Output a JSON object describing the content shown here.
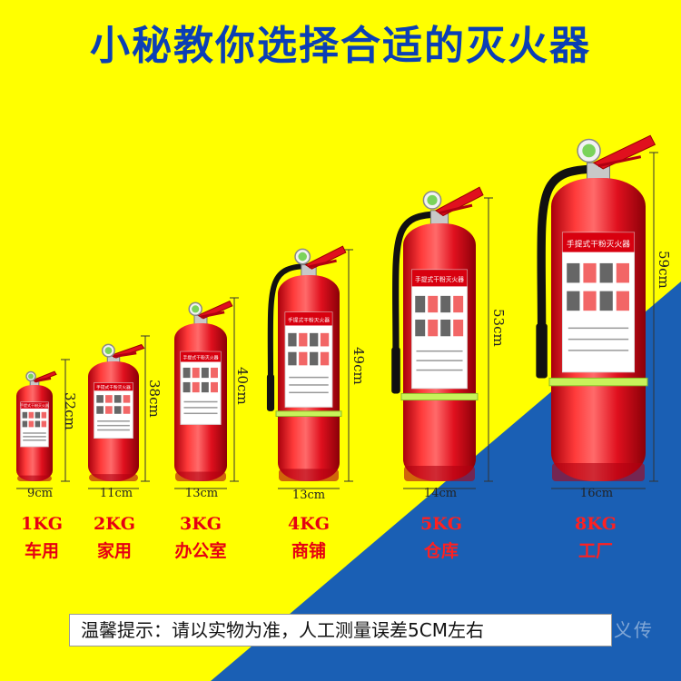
{
  "title": "小秘教你选择合适的灭火器",
  "label_text": "手提式干粉灭火器",
  "products": [
    {
      "weight": "1KG",
      "use": "车用",
      "width": "9cm",
      "height": "32cm"
    },
    {
      "weight": "2KG",
      "use": "家用",
      "width": "11cm",
      "height": "38cm"
    },
    {
      "weight": "3KG",
      "use": "办公室",
      "width": "13cm",
      "height": "40cm"
    },
    {
      "weight": "4KG",
      "use": "商铺",
      "width": "13cm",
      "height": "49cm"
    },
    {
      "weight": "5KG",
      "use": "仓库",
      "width": "14cm",
      "height": "53cm"
    },
    {
      "weight": "8KG",
      "use": "工厂",
      "width": "16cm",
      "height": "59cm"
    }
  ],
  "notice": "温馨提示：请以实物为准，人工测量误差5CM左右",
  "watermark": "图片无正义传",
  "colors": {
    "yellow": "#ffff00",
    "blue": "#1a5fb4",
    "title": "#0b3fb5",
    "red": "#e60012"
  }
}
